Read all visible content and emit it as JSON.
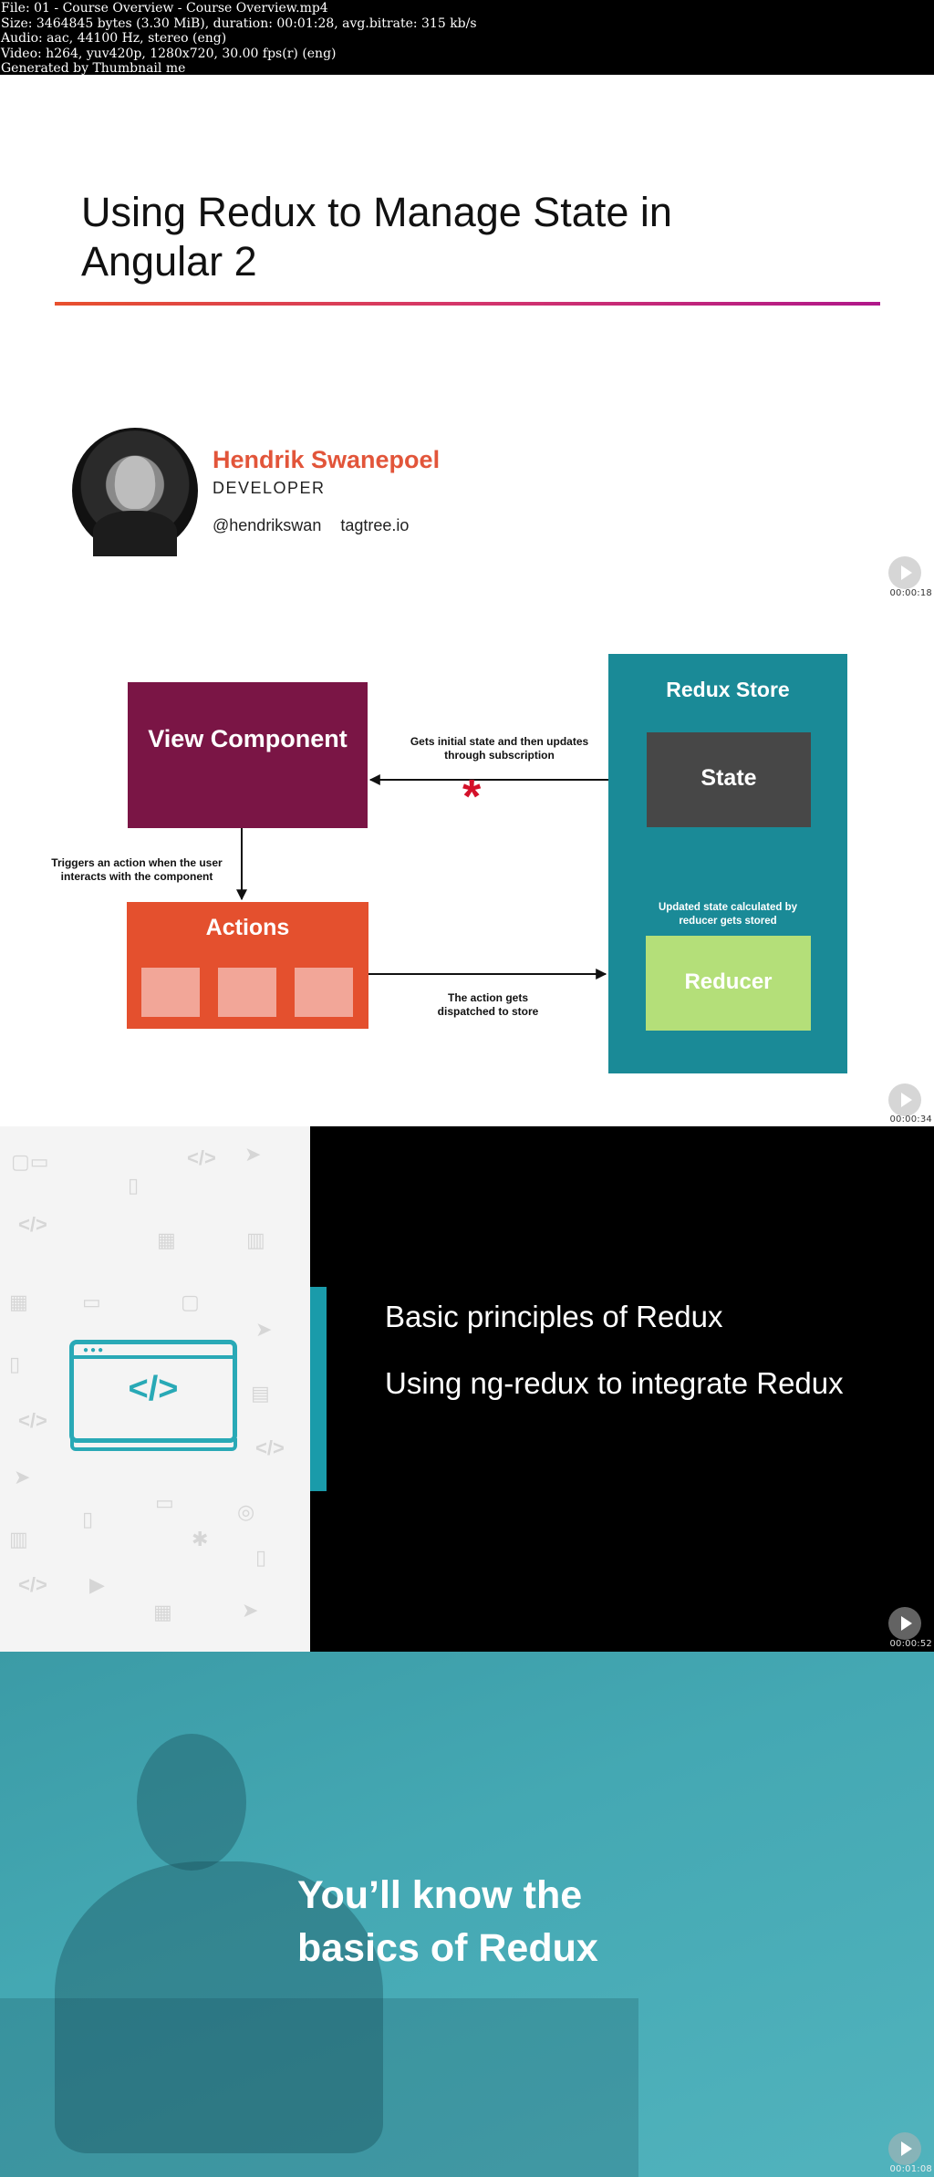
{
  "meta": {
    "lines": [
      "File: 01 - Course Overview - Course Overview.mp4",
      "Size: 3464845 bytes (3.30 MiB), duration: 00:01:28, avg.bitrate: 315 kb/s",
      "Audio: aac, 44100 Hz, stereo (eng)",
      "Video: h264, yuv420p, 1280x720, 30.00 fps(r) (eng)",
      "Generated by Thumbnail me"
    ]
  },
  "frames": [
    {
      "timestamp": "00:00:18"
    },
    {
      "timestamp": "00:00:34"
    },
    {
      "timestamp": "00:00:52"
    },
    {
      "timestamp": "00:01:08"
    }
  ],
  "slide1": {
    "title": "Using Redux to Manage State in Angular 2",
    "author_name": "Hendrik Swanepoel",
    "author_role": "DEVELOPER",
    "twitter": "@hendrikswan",
    "website": "tagtree.io"
  },
  "slide2": {
    "view_component": "View Component",
    "actions": "Actions",
    "redux_store": "Redux Store",
    "state": "State",
    "reducer": "Reducer",
    "note_subscription": "Gets initial state and then updates through subscription",
    "note_trigger": "Triggers an action when the user interacts with the component",
    "note_dispatch": "The action gets dispatched to store",
    "note_reducer": "Updated state calculated by reducer gets stored",
    "asterisk": "*"
  },
  "slide3": {
    "bullets": [
      "Basic principles of Redux",
      "Using ng-redux to integrate Redux"
    ],
    "code_icon": "</>",
    "code_icon_name": "code-window-icon"
  },
  "slide4": {
    "headline_line1": "You’ll know the",
    "headline_line2": "basics of Redux"
  },
  "colors": {
    "accent_orange": "#e2553a",
    "view_component": "#7a1545",
    "actions": "#e4502e",
    "redux_store": "#1a8a97",
    "state": "#474747",
    "reducer": "#b4df79",
    "teal": "#29a9b6"
  }
}
